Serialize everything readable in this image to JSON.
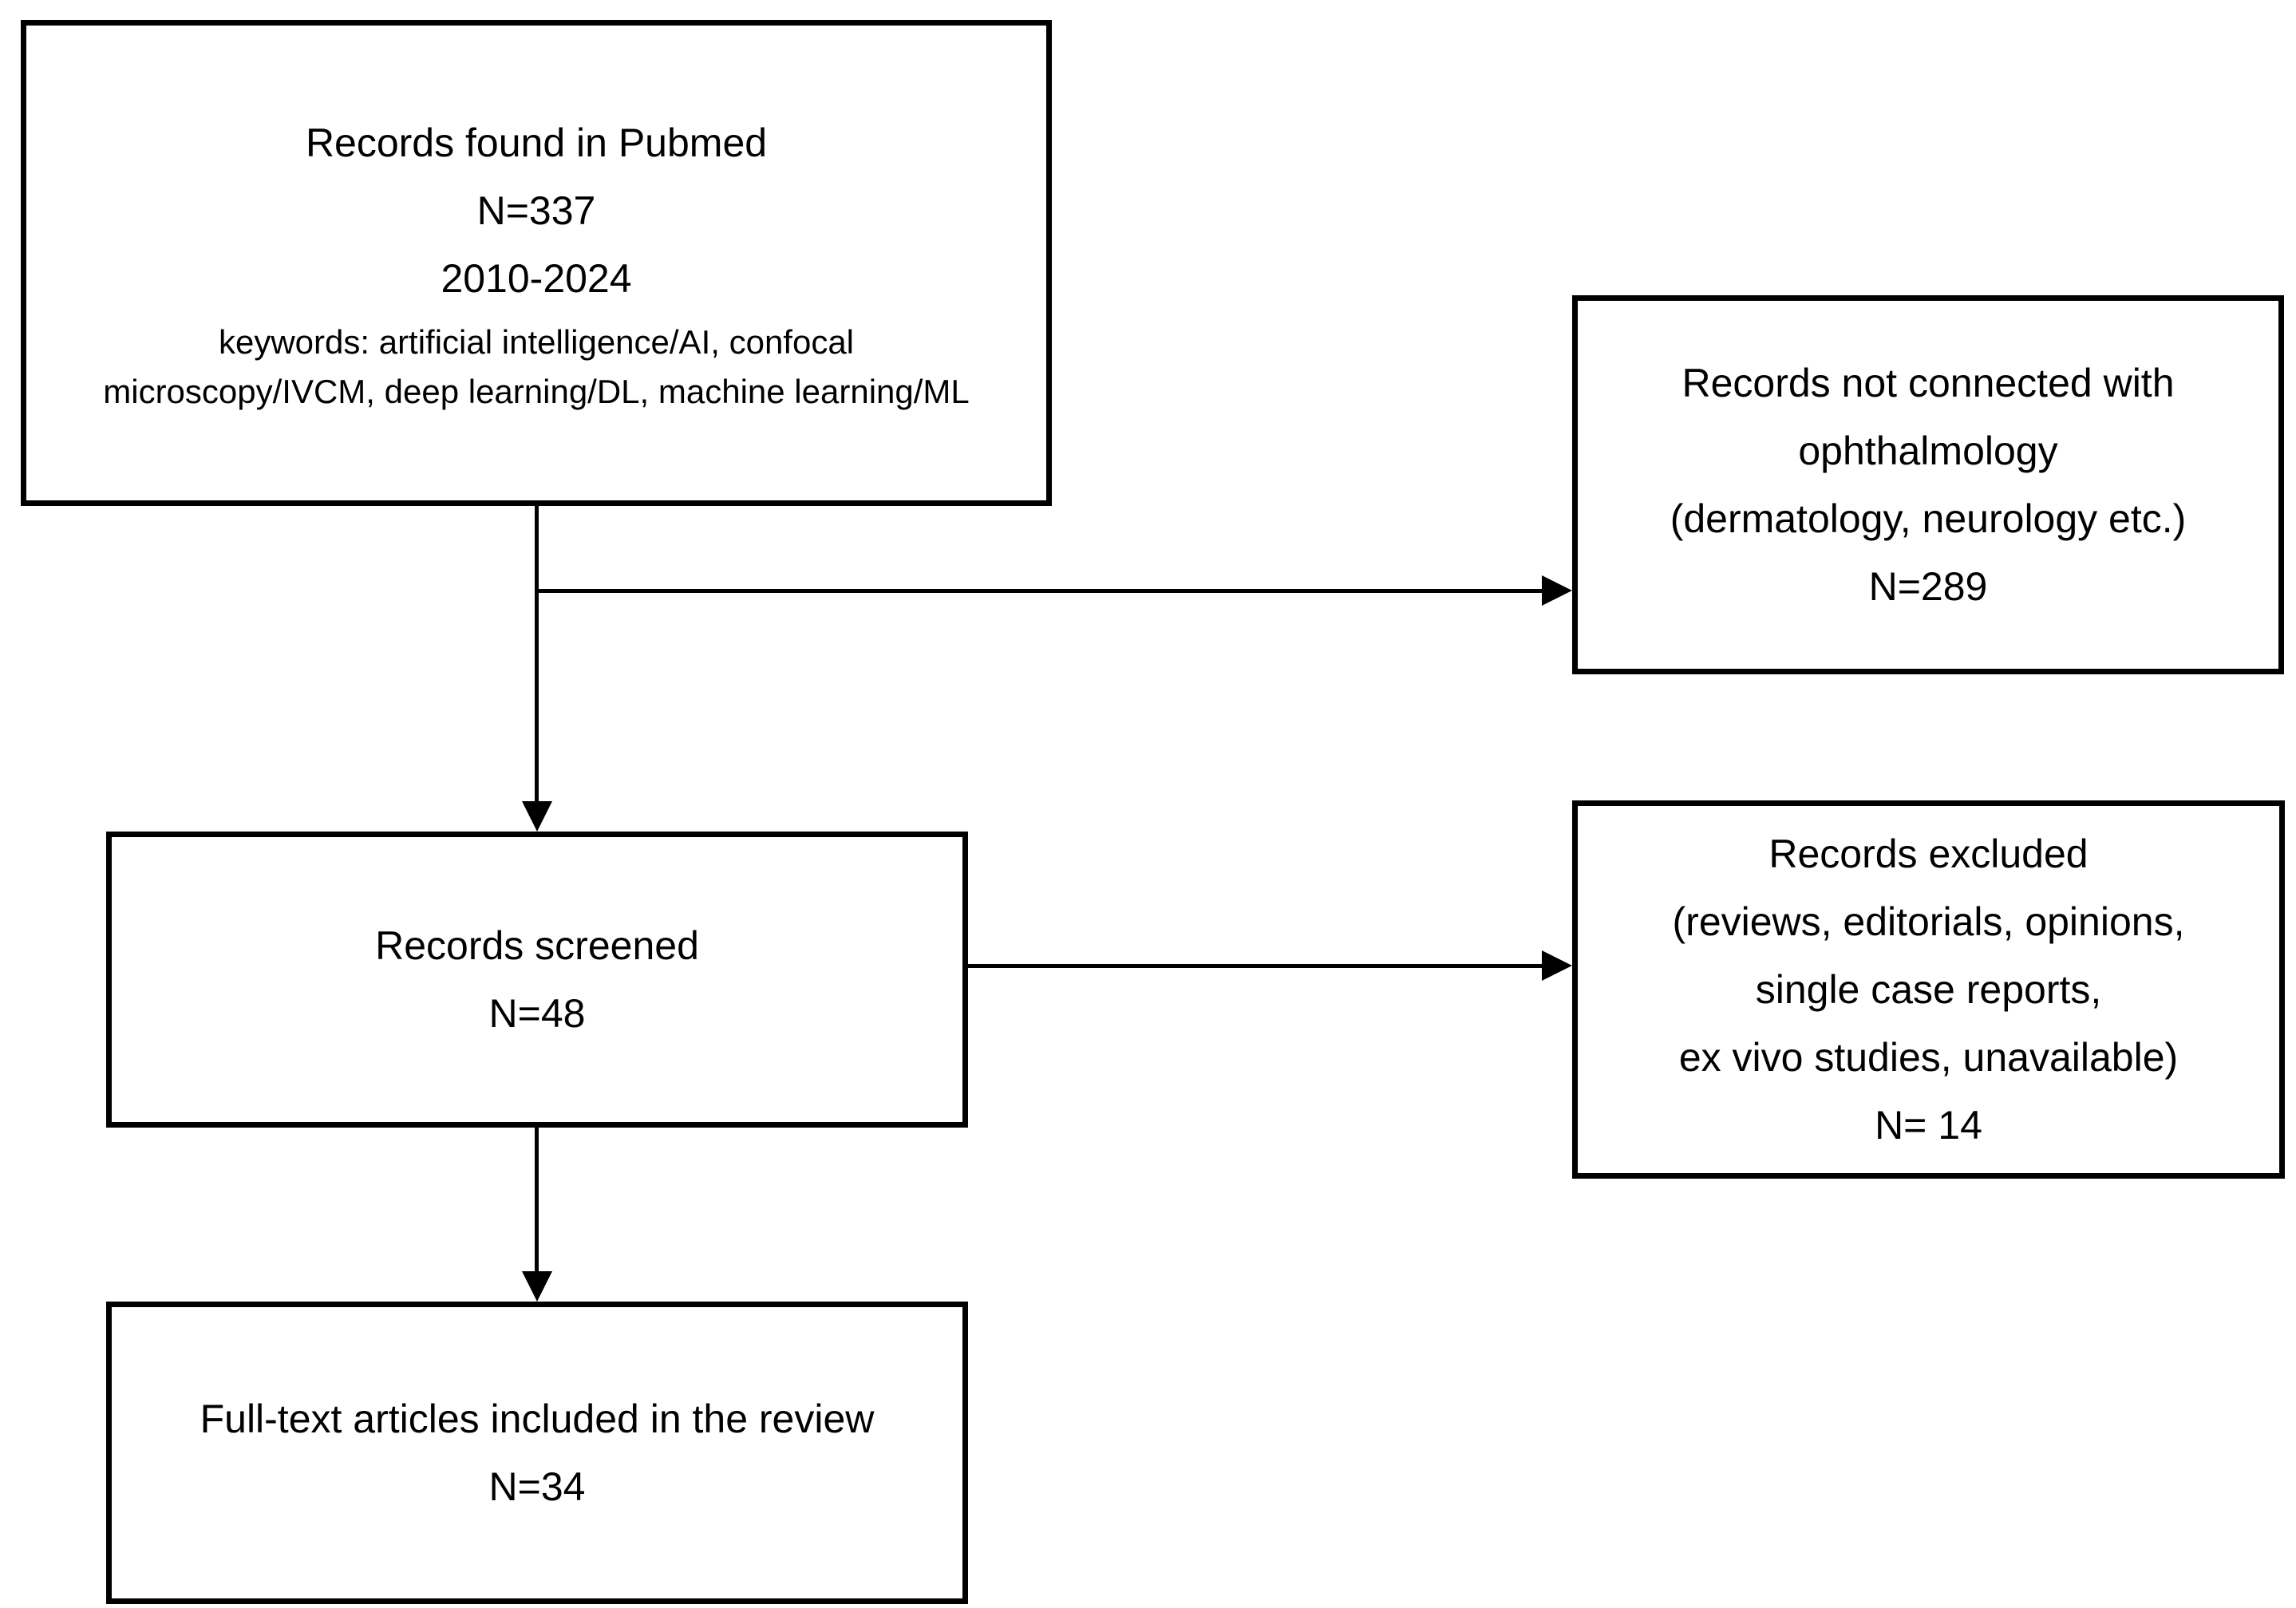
{
  "figure": {
    "type": "flowchart",
    "colors": {
      "background": "#ffffff",
      "line": "#000000",
      "text": "#000000"
    },
    "boxes": {
      "pubmed": {
        "lines": [
          "Records found in Pubmed",
          "N=337",
          "2010-2024"
        ],
        "keyword_lines": [
          "keywords: artificial intelligence/AI, confocal",
          "microscopy/IVCM, deep learning/DL, machine learning/ML"
        ]
      },
      "not_ophthalmology": {
        "lines": [
          "Records not connected with",
          "ophthalmology",
          "(dermatology, neurology etc.)",
          "N=289"
        ]
      },
      "screened": {
        "lines": [
          "Records screened",
          "N=48"
        ]
      },
      "excluded": {
        "lines": [
          "Records excluded",
          "(reviews, editorials, opinions,",
          "single case reports,",
          "ex vivo studies, unavailable)",
          "N= 14"
        ]
      },
      "included": {
        "lines": [
          "Full-text articles included in the review",
          "N=34"
        ]
      }
    }
  }
}
